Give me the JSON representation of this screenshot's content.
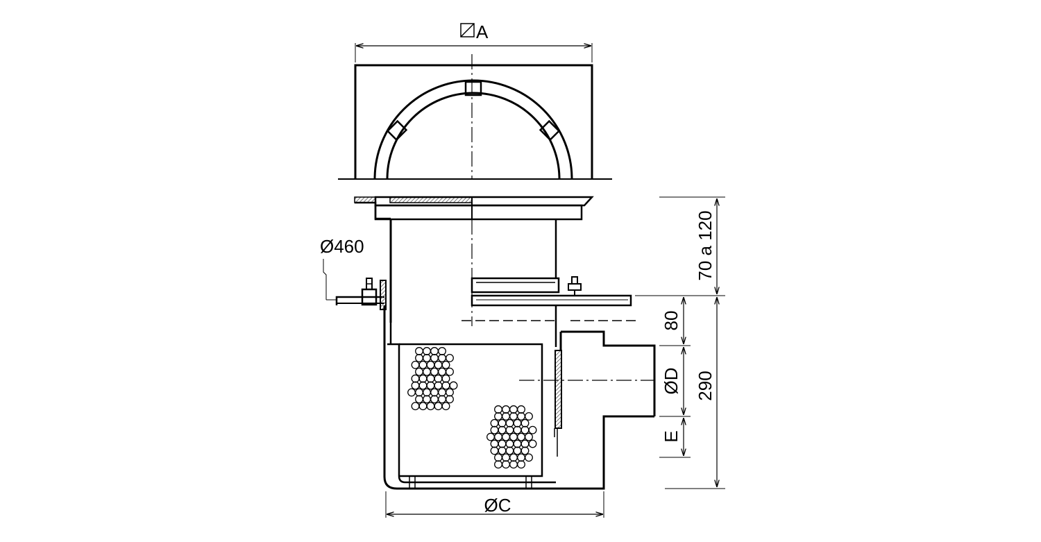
{
  "labels": {
    "dim_a": "A",
    "dim_a_symbol": "square",
    "dim_460": "Ø460",
    "dim_70_120": "70 a 120",
    "dim_80": "80",
    "dim_d": "ØD",
    "dim_290": "290",
    "dim_e": "E",
    "dim_c": "ØC"
  },
  "colors": {
    "line": "#000000",
    "background": "#ffffff",
    "hatch": "#555555"
  }
}
